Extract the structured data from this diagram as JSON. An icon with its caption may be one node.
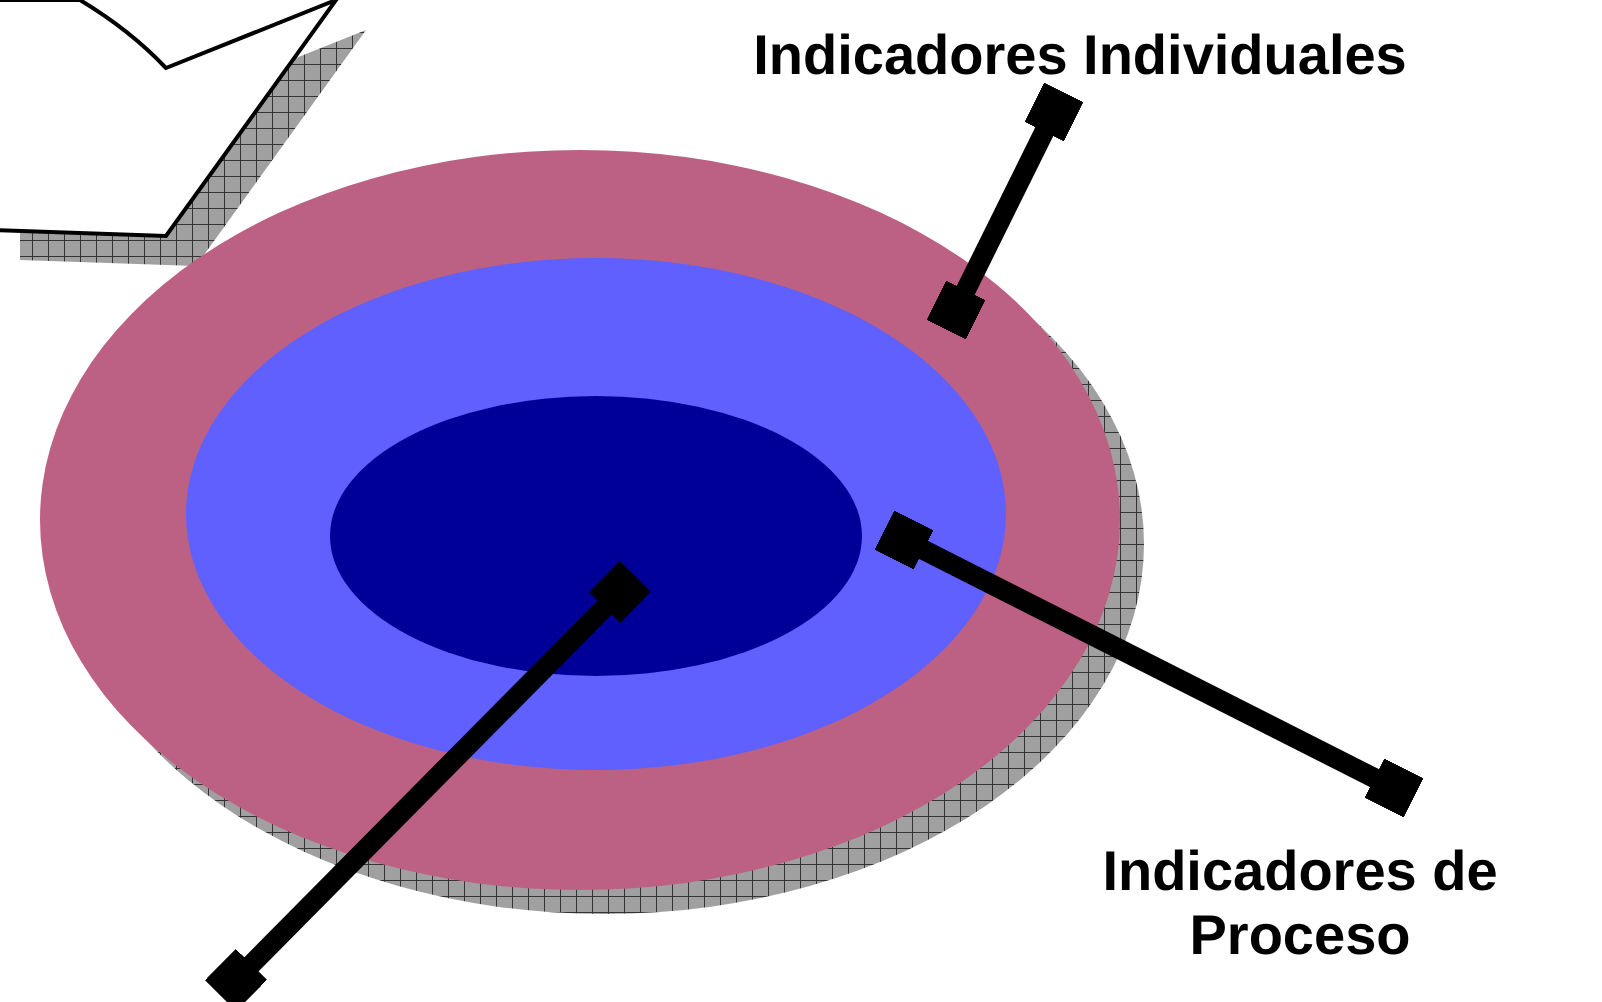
{
  "diagram": {
    "nodes": [
      {
        "text": [],
        "shape": "ellipse"
      },
      {
        "text": [],
        "shape": "ellipse",
        "in": 0
      },
      {
        "text": [],
        "shape": "ellipse",
        "in": 1
      },
      {
        "text": [
          "Indicadores Individuales"
        ]
      },
      {
        "text": [
          "Indicadores de Proceso"
        ]
      }
    ],
    "edges": [
      {
        "from": 3,
        "to": 0,
        "arrow": "other"
      },
      {
        "from": 4,
        "to": 1,
        "arrow": "other"
      },
      {
        "from": null,
        "to": 2,
        "arrow": "other"
      }
    ]
  }
}
